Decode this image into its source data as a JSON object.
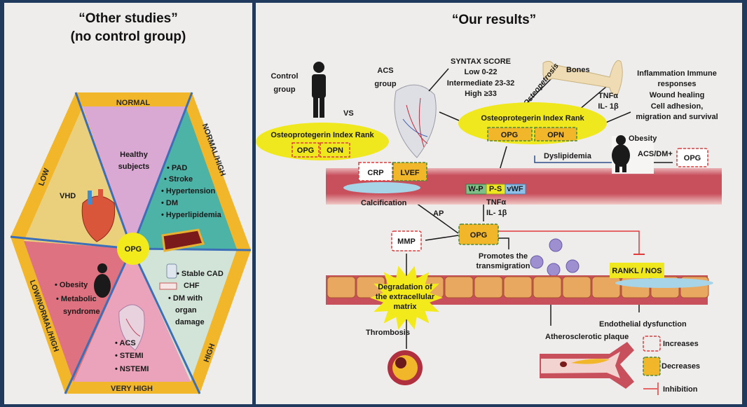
{
  "left_panel": {
    "title_line1": "“Other studies”",
    "title_line2": "(no control group)",
    "center_label": "OPG",
    "bands": {
      "top": "NORMAL",
      "top_right": "NORMAL/HIGH",
      "bottom_right": "HIGH",
      "bottom": "VERY HIGH",
      "bottom_left": "LOW/NORMAL/HIGH",
      "top_left": "LOW"
    },
    "segments": {
      "top": [
        "Healthy",
        "subjects"
      ],
      "top_right": [
        "PAD",
        "Stroke",
        "Hypertension",
        "DM",
        "Hyperlipidemia"
      ],
      "bottom_right": [
        "Stable CAD",
        "CHF",
        "DM with",
        "organ",
        "damage"
      ],
      "bottom": [
        "ACS",
        "STEMI",
        "NSTEMI"
      ],
      "bottom_left": [
        "Obesity",
        "Metabolic",
        "syndrome"
      ],
      "top_left": [
        "VHD"
      ]
    },
    "colors": {
      "band": "#f1b62a",
      "divider": "#3d6fb8",
      "center": "#f3ea1c"
    }
  },
  "right_panel": {
    "title": "“Our results”",
    "control_group": [
      "Control",
      "group"
    ],
    "vs": "VS",
    "acs_group": [
      "ACS",
      "group"
    ],
    "control_index": {
      "title": "Osteoprotegerin Index Rank",
      "opg": "OPG",
      "opn": "OPN"
    },
    "acs_index": {
      "title": "Osteoprotegerin Index Rank",
      "opg": "OPG",
      "opn": "OPN"
    },
    "syntax": [
      "SYNTAX SCORE",
      "Low 0-22",
      "Intermediate 23-32",
      "High ≥33"
    ],
    "bones_label": "Bones",
    "osteopetrosis": "Osteopetrosis",
    "tnf_top": [
      "TNFα",
      "IL- 1β"
    ],
    "inflammation": [
      "Inflammation Immune",
      "responses",
      "Wound healing",
      "Cell adhesion,",
      "migration and survival"
    ],
    "obesity": "Obesity",
    "acs_dm": "ACS/DM+",
    "obesity_opg": "OPG",
    "dyslipidemia": "Dyslipidemia",
    "crp": "CRP",
    "lvef": "LVEF",
    "wp": "W-P",
    "ps": "P-S",
    "vwf": "vWF",
    "calcification": "Calcification",
    "ap": "AP",
    "tnf_mid": [
      "TNFα",
      "IL- 1β"
    ],
    "opg_center": "OPG",
    "mmp": "MMP",
    "promotes": [
      "Promotes the",
      "transmigration"
    ],
    "rankl": "RANKL / NOS",
    "degradation": [
      "Degradation of",
      "the extracellular",
      "matrix"
    ],
    "thrombosis": "Thrombosis",
    "plaque": "Atherosclerotic plaque",
    "endothelial": "Endothelial dysfunction",
    "legend": {
      "increases": "Increases",
      "decreases": "Decreases",
      "inhibition": "Inhibition"
    },
    "colors": {
      "increase_border": "#e03a3a",
      "decrease_border": "#4e8a3a",
      "decrease_fill": "#f1b62a",
      "ellipse": "#efe81e",
      "inhibition": "#e03a3a"
    }
  }
}
